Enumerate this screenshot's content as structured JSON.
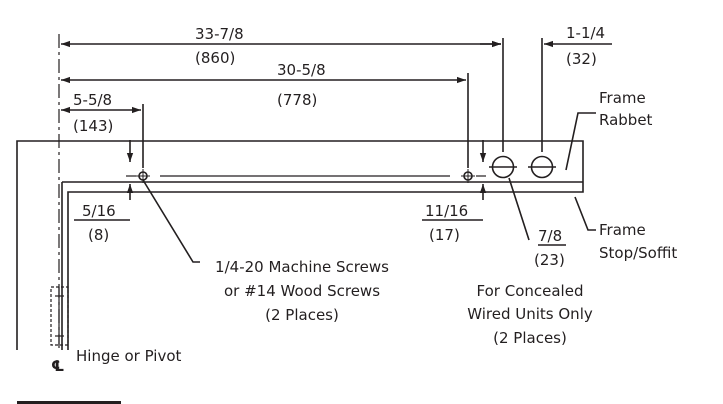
{
  "dimensions": {
    "overall": {
      "fraction": "33-7/8",
      "metric": "(860)"
    },
    "screws": {
      "fraction": "30-5/8",
      "metric": "(778)"
    },
    "first_screw": {
      "fraction": "5-5/8",
      "metric": "(143)"
    },
    "hole_pitch": {
      "fraction": "1-1/4",
      "metric": "(32)"
    },
    "left_drop": {
      "fraction": "5/16",
      "metric": "(8)"
    },
    "right_drop": {
      "fraction": "11/16",
      "metric": "(17)"
    },
    "hole_dia": {
      "fraction": "7/8",
      "metric": "(23)"
    }
  },
  "labels": {
    "rabbet": [
      "Frame",
      "Rabbet"
    ],
    "stop": [
      "Frame",
      "Stop/Soffit"
    ],
    "screws": [
      "1/4-20 Machine Screws",
      "or #14 Wood Screws",
      "(2 Places)"
    ],
    "wired": [
      "For Concealed",
      "Wired Units Only",
      "(2 Places)"
    ],
    "hinge": "Hinge or Pivot",
    "centerline_symbol": "℄"
  },
  "colors": {
    "ink": "#231f20",
    "background": "#ffffff"
  }
}
